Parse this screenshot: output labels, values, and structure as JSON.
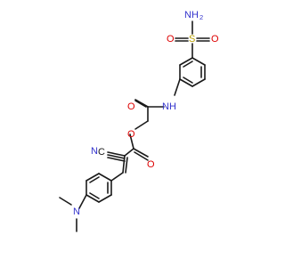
{
  "atoms": {
    "nh2": {
      "text": "NH",
      "sub": "2",
      "color": "#3333cc"
    },
    "s": {
      "text": "S",
      "color": "#b8a000"
    },
    "o_s_left": {
      "text": "O",
      "color": "#dd0000"
    },
    "o_s_right": {
      "text": "O",
      "color": "#dd0000"
    },
    "nh_amide": {
      "text": "NH",
      "color": "#3333cc"
    },
    "o_amide": {
      "text": "O",
      "color": "#dd0000"
    },
    "o_ester": {
      "text": "O",
      "color": "#dd0000"
    },
    "o_carbonyl": {
      "text": "O",
      "color": "#dd0000"
    },
    "n_nitrile": {
      "text": "N",
      "color": "#3333cc"
    },
    "c_nitrile": {
      "text": "C",
      "color": "#1a1a1a"
    },
    "n_dimethyl": {
      "text": "N",
      "color": "#3333cc"
    }
  }
}
